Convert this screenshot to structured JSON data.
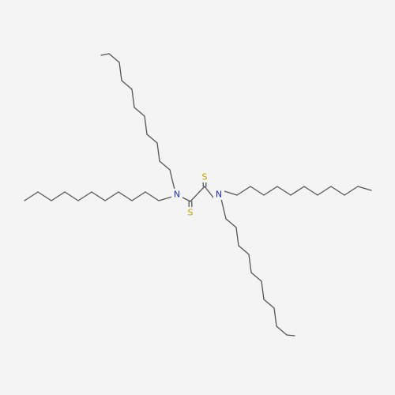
{
  "molecule": {
    "atoms": [
      {
        "id": "S1",
        "symbol": "S",
        "role": "thione sulfur",
        "color": "#c6a100"
      },
      {
        "id": "S2",
        "symbol": "S",
        "role": "thione sulfur",
        "color": "#c6a100"
      },
      {
        "id": "N1",
        "symbol": "N",
        "role": "amide nitrogen",
        "color": "#1b2bd0"
      },
      {
        "id": "N2",
        "symbol": "N",
        "role": "amide nitrogen",
        "color": "#1b2bd0"
      }
    ],
    "bond_color": "#555555",
    "background": "#f4f4f4"
  }
}
